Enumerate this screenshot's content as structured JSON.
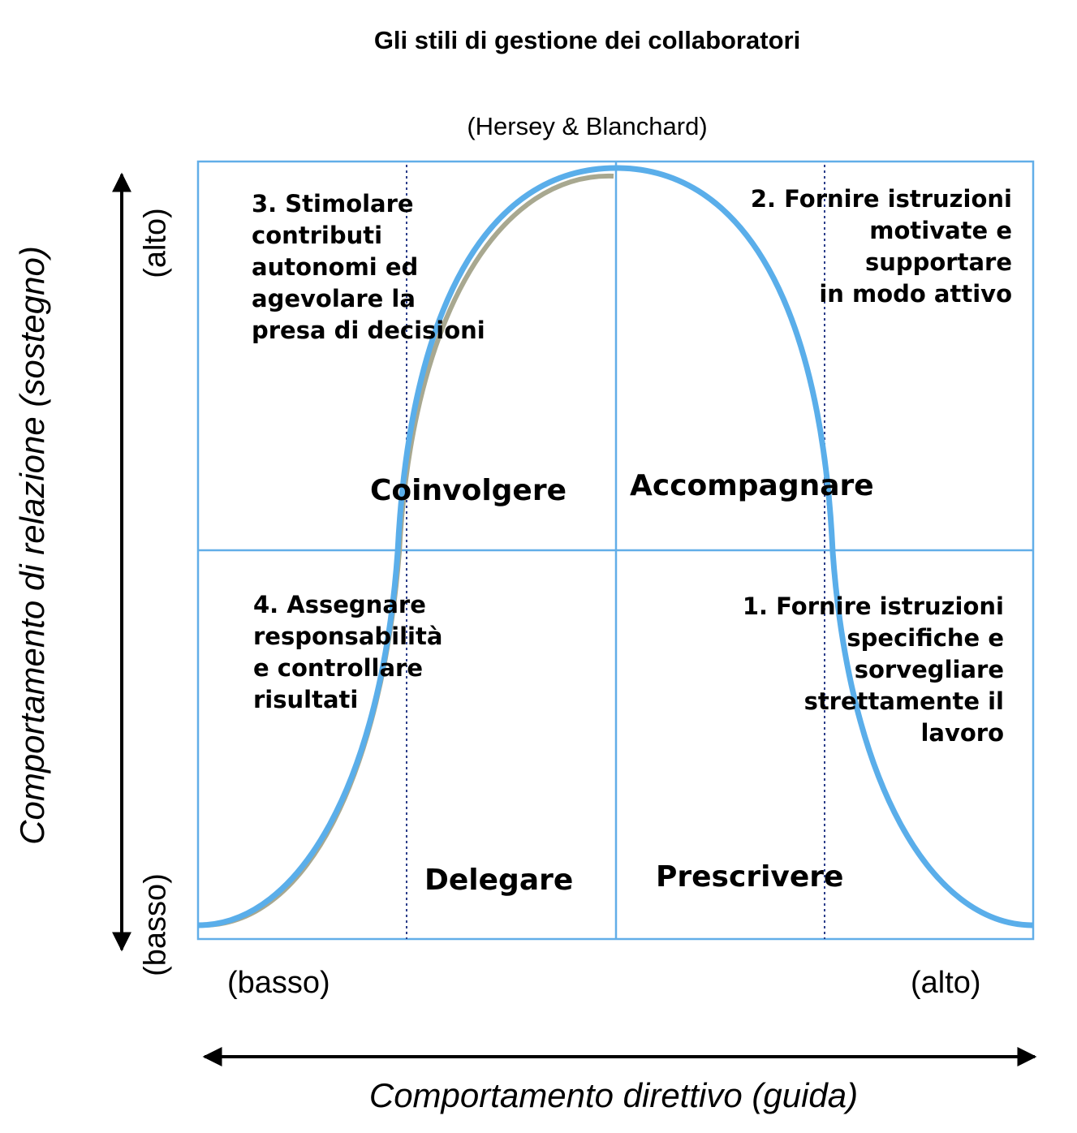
{
  "title": "Gli stili di gestione dei collaboratori",
  "subtitle": "(Hersey & Blanchard)",
  "quadrants": {
    "q3": "3. Stimolare\ncontributi\nautonomi ed\nagevolare la\npresa di decisioni",
    "q2": "2. Fornire istruzioni\nmotivate e\nsupportare\nin modo attivo",
    "q4": "4. Assegnare\nresponsabilità\ne controllare\nrisultati",
    "q1": "1. Fornire istruzioni\nspecifiche e\nsorvegliare\nstrettamente il\nlavoro"
  },
  "styles": {
    "coinvolgere": "Coinvolgere",
    "accompagnare": "Accompagnare",
    "delegare": "Delegare",
    "prescrivere": "Prescrivere"
  },
  "axes": {
    "x_title": "Comportamento direttivo (guida)",
    "x_low": "(basso)",
    "x_high": "(alto)",
    "y_title": "Comportamento di relazione (sostegno)",
    "y_low": "(basso)",
    "y_high": "(alto)"
  },
  "colors": {
    "frame": "#62aee8",
    "curve": "#5aaeea",
    "curve_shadow": "#a8a890",
    "dotted": "#2c3e8a",
    "arrow": "#000000"
  }
}
